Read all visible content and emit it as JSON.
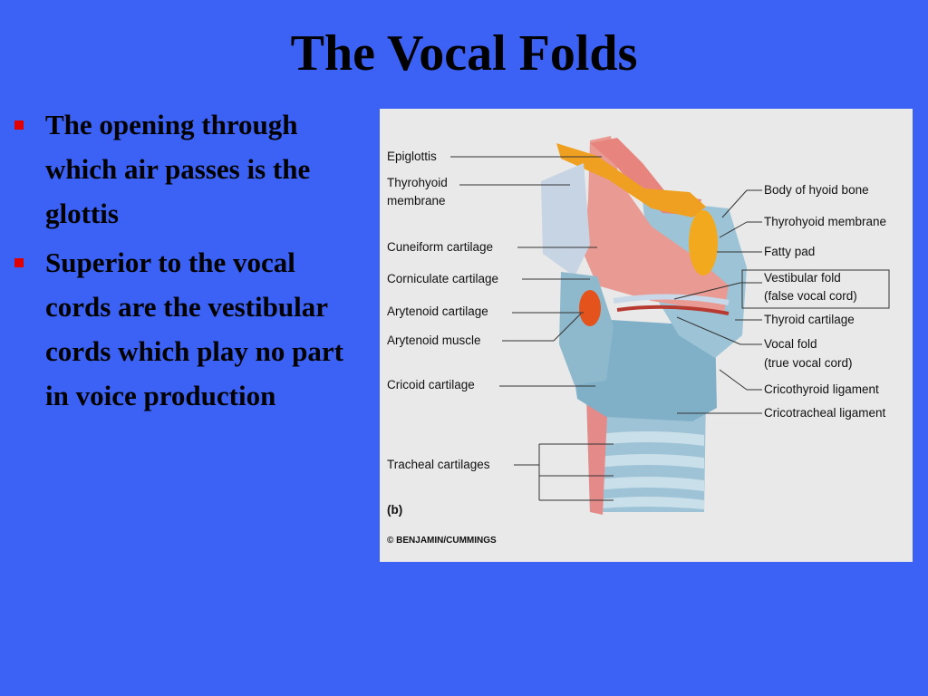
{
  "slide": {
    "title": "The Vocal Folds",
    "bullets": [
      {
        "text": "The opening through which air passes is the glottis"
      },
      {
        "text": "Superior to the vocal cords are the vestibular cords which play no part in voice production"
      }
    ],
    "colors": {
      "background": "#3c62f5",
      "bullet": "#e00000",
      "figure_bg": "#e9e9e9"
    }
  },
  "figure": {
    "left_labels": {
      "epiglottis": "Epiglottis",
      "thyrohyoid_1": "Thyrohyoid",
      "thyrohyoid_2": "membrane",
      "cuneiform": "Cuneiform cartilage",
      "corniculate": "Corniculate cartilage",
      "arytenoid_cart": "Arytenoid cartilage",
      "arytenoid_muscle": "Arytenoid muscle",
      "cricoid": "Cricoid cartilage",
      "tracheal": "Tracheal cartilages"
    },
    "right_labels": {
      "hyoid": "Body of hyoid bone",
      "thyrohyoid_membrane": "Thyrohyoid membrane",
      "fatty_pad": "Fatty pad",
      "vestibular_1": "Vestibular fold",
      "vestibular_2": "(false vocal cord)",
      "thyroid": "Thyroid cartilage",
      "vocal_1": "Vocal fold",
      "vocal_2": "(true vocal cord)",
      "cricothyroid": "Cricothyroid ligament",
      "cricotracheal": "Cricotracheal ligament"
    },
    "panel_label": "(b)",
    "copyright": "© BENJAMIN/CUMMINGS"
  }
}
